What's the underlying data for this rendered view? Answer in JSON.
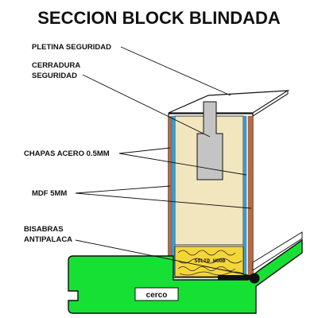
{
  "title": "SECCION BLOCK BLINDADA",
  "labels": {
    "pletina": "PLETINA SEGURIDAD",
    "cerradura_line1": "CERRADURA",
    "cerradura_line2": "SEGURIDAD",
    "chapas": "CHAPAS ACERO 0.5MM",
    "mdf": "MDF 5MM",
    "bisagras_line1": "BISABRAS",
    "bisagras_line2": "ANTIPALACA",
    "solid_wood": "SOLID WOOD",
    "cerco": "cerco"
  },
  "colors": {
    "core_fill": "#f2e6bf",
    "steel_blue": "#3e9fd0",
    "mdf_brown": "#b86b45",
    "lock_gray": "#c4c4c4",
    "solid_wood_fill": "#f5d63a",
    "frame_green": "#17e035",
    "outline": "#111111"
  }
}
